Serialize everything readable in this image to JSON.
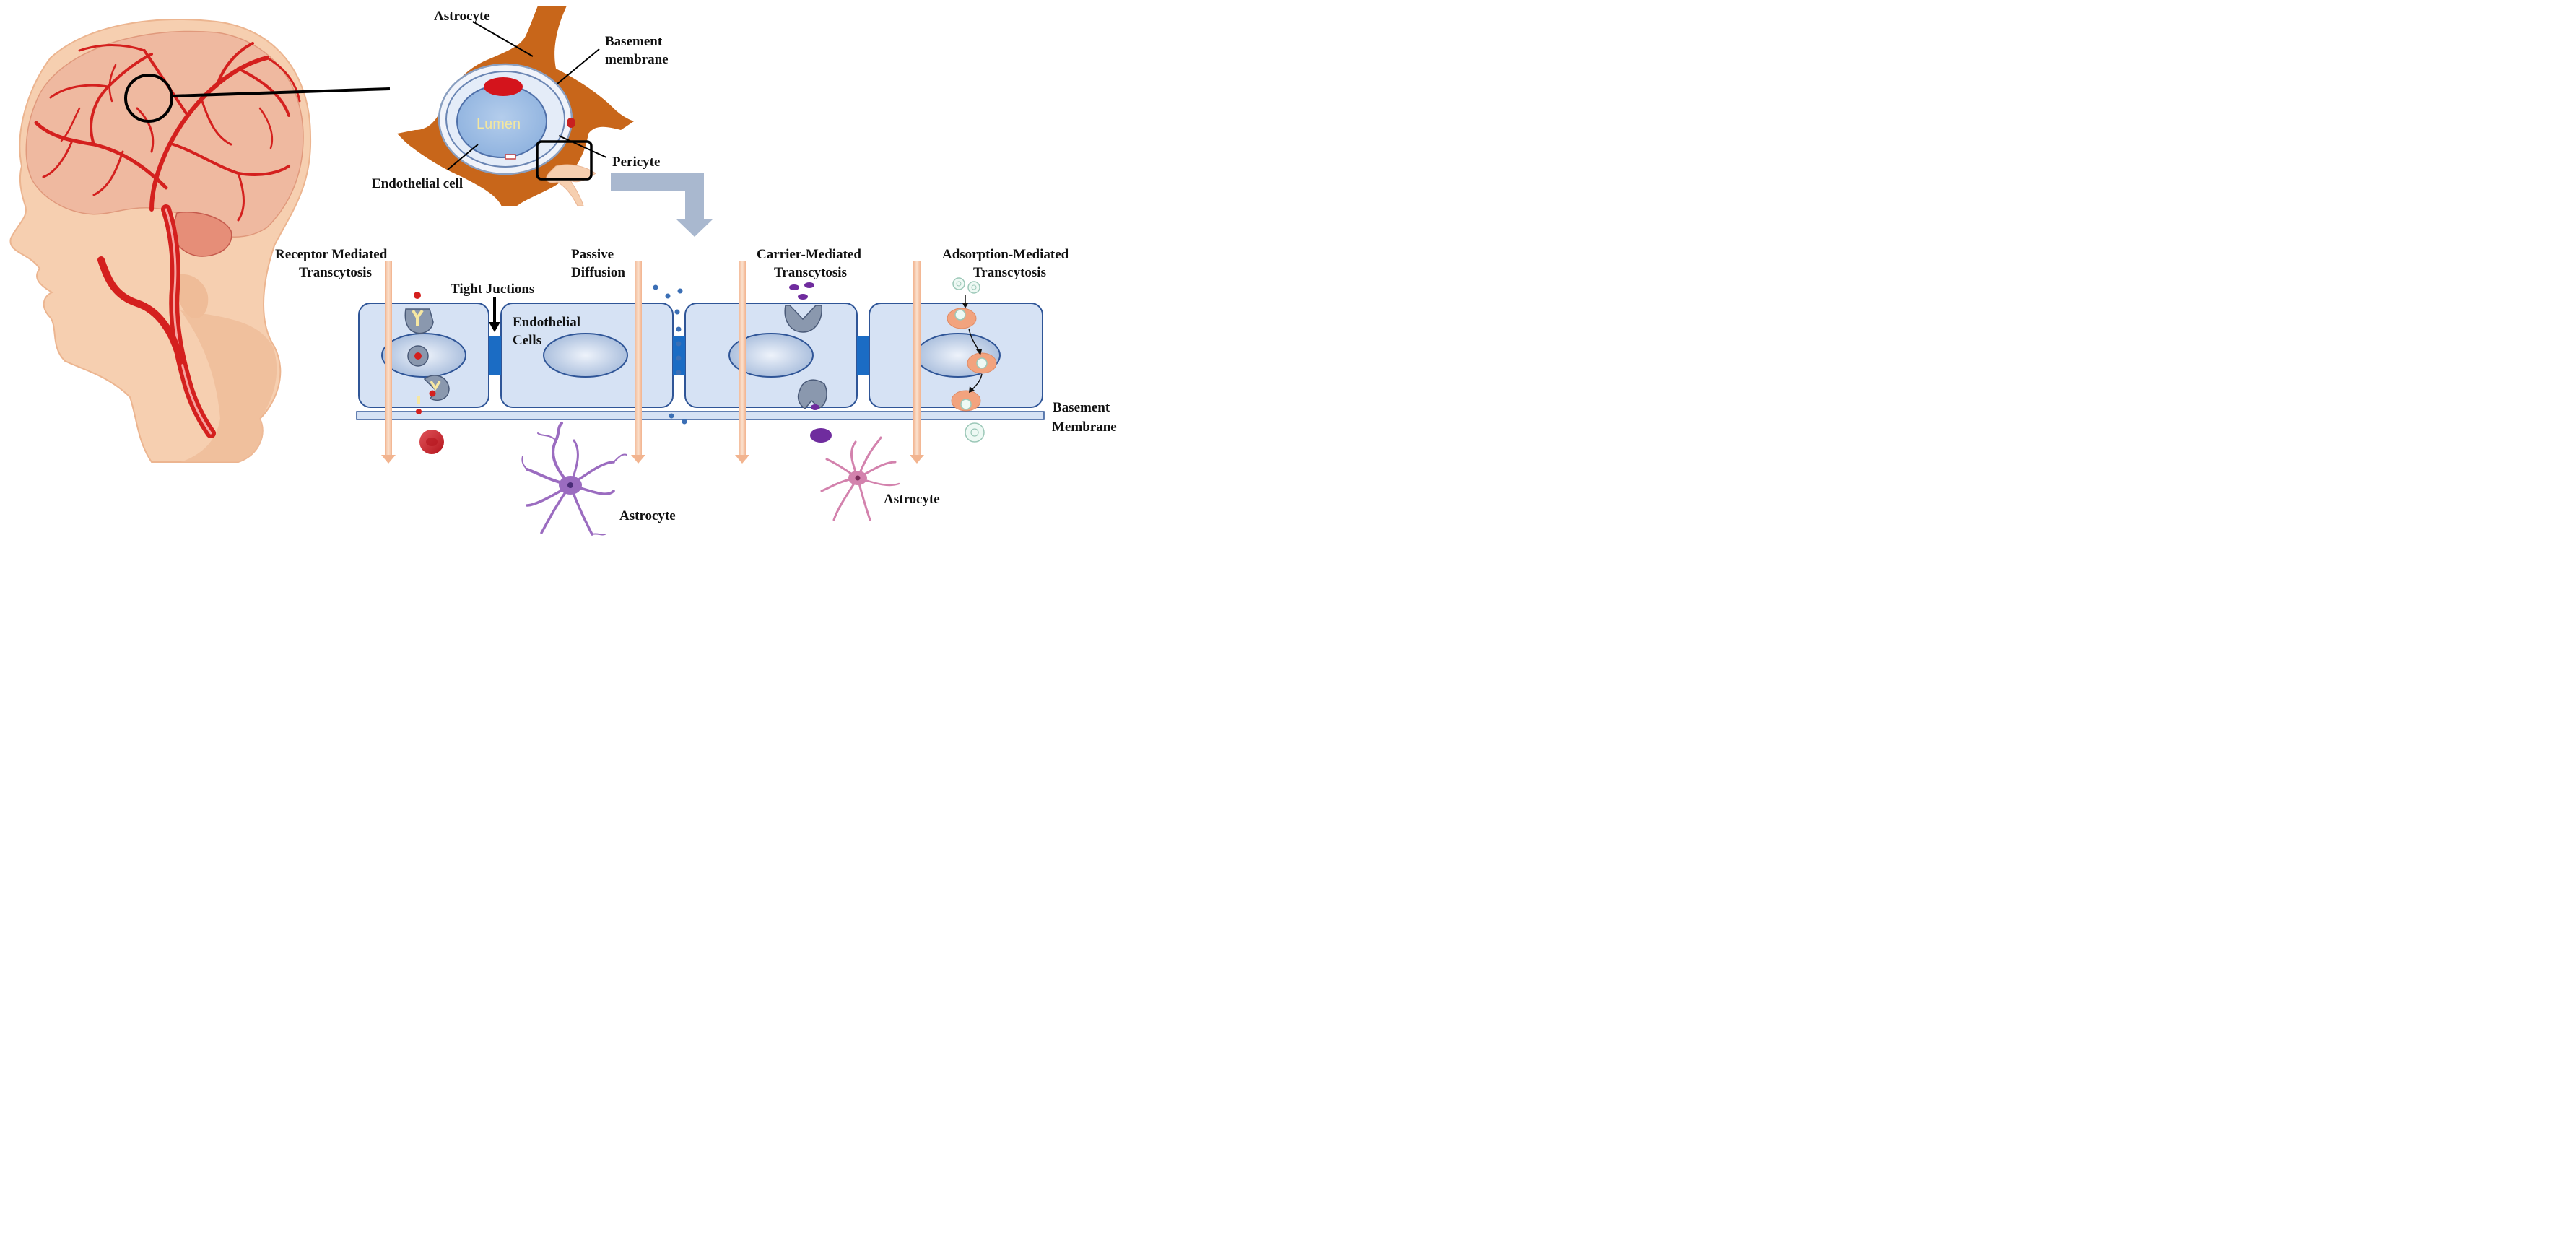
{
  "labels": {
    "astrocyte_top": "Astrocyte",
    "basement_top_1": "Basement",
    "basement_top_2": "membrane",
    "lumen": "Lumen",
    "endothelial_cell": "Endothelial cell",
    "pericyte": "Pericyte",
    "rmt_1": "Receptor Mediated",
    "rmt_2": "Transcytosis",
    "tight_junctions": "Tight Juctions",
    "endothelial_cells_1": "Endothelial",
    "endothelial_cells_2": "Cells",
    "passive_1": "Passive",
    "passive_2": "Diffusion",
    "cmt_1": "Carrier-Mediated",
    "cmt_2": "Transcytosis",
    "amt_1": "Adsorption-Mediated",
    "amt_2": "Transcytosis",
    "basement_bottom_1": "Basement",
    "basement_bottom_2": "Membrane",
    "astrocyte_bottom_1": "Astrocyte",
    "astrocyte_bottom_2": "Astrocyte"
  },
  "colors": {
    "skin": "#f6cfb0",
    "skin_shadow": "#efbc98",
    "brain": "#efb9a0",
    "vessel": "#d4201e",
    "astrocyte_brown": "#c8661a",
    "endothelium_fill": "#d6e2f4",
    "cell_border": "#2f5597",
    "tight_junction": "#1b6cc4",
    "arrow": "#f6c3a2",
    "big_arrow": "#a9b8cf",
    "astrocyte_purple": "#9b6cc0",
    "astrocyte_pink": "#d382ad"
  }
}
